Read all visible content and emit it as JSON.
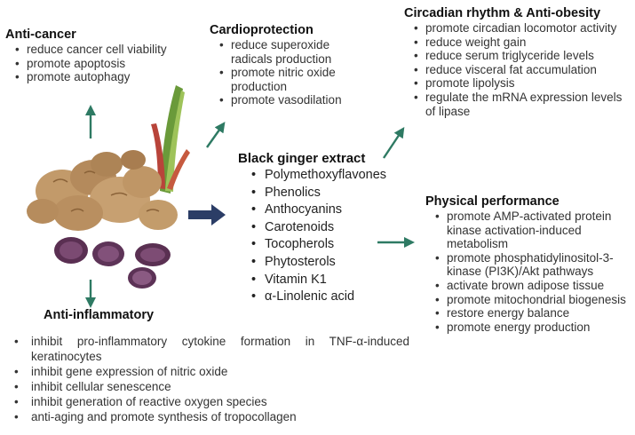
{
  "colors": {
    "arrow": "#2e7a63",
    "main_arrow": "#2b3d66",
    "heading": "#111111",
    "text": "#333333"
  },
  "anti_cancer": {
    "title": "Anti-cancer",
    "items": [
      "reduce cancer cell viability",
      "promote apoptosis",
      "promote autophagy"
    ]
  },
  "cardioprotection": {
    "title": "Cardioprotection",
    "items": [
      "reduce superoxide radicals production",
      "promote nitric oxide production",
      "promote vasodilation"
    ]
  },
  "circadian": {
    "title": "Circadian rhythm & Anti-obesity",
    "items": [
      "promote circadian locomotor activity",
      "reduce weight gain",
      "reduce serum triglyceride levels",
      "reduce visceral fat accumulation",
      "promote lipolysis",
      "regulate the mRNA expression levels of lipase"
    ]
  },
  "extract": {
    "title": "Black ginger extract",
    "items": [
      "Polymethoxyflavones",
      "Phenolics",
      "Anthocyanins",
      "Carotenoids",
      "Tocopherols",
      "Phytosterols",
      "Vitamin K1",
      "α-Linolenic acid"
    ]
  },
  "physical": {
    "title": "Physical performance",
    "items": [
      "promote AMP-activated protein kinase activation-induced metabolism",
      "promote phosphatidylinositol-3-kinase (PI3K)/Akt pathways",
      "activate brown adipose tissue",
      "promote mitochondrial biogenesis",
      "restore energy balance",
      "promote energy production"
    ]
  },
  "anti_inflammatory": {
    "title": "Anti-inflammatory",
    "items": [
      "inhibit pro-inflammatory cytokine formation in TNF-α-induced keratinocytes",
      "inhibit gene expression of nitric oxide",
      "inhibit cellular senescence",
      "inhibit generation of reactive oxygen species",
      "anti-aging and promote synthesis of tropocollagen"
    ]
  }
}
